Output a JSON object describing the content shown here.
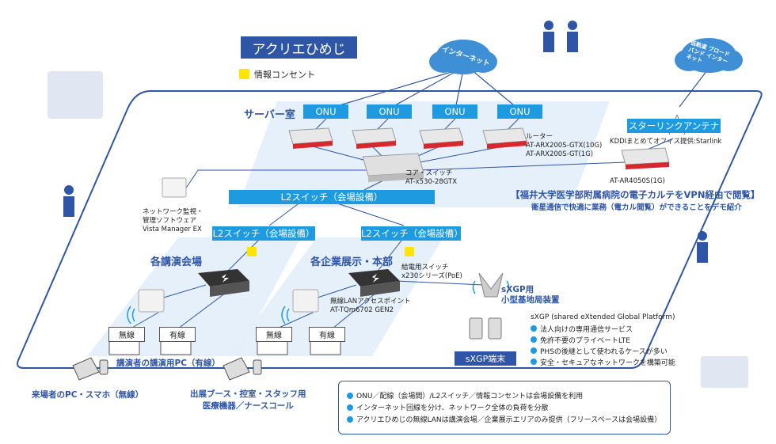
{
  "title": "アクリエひめじ",
  "legend": "情報コンセント",
  "clouds": {
    "internet": "インターネット",
    "satellite": "低軌道 ブロードバンド インターネット"
  },
  "server_room": "サーバー室",
  "onu_labels": [
    "ONU",
    "ONU",
    "ONU",
    "ONU"
  ],
  "router_label": "ルーター\nAT-ARX200S-GTX(10G)\nAT-ARX200S-GT(1G)",
  "core_switch_label": "コア・スイッチ\nAT-x530-28GTX",
  "l2_main": "L2スイッチ（会場設備）",
  "l2_left": "L2スイッチ（会場設備）",
  "l2_right": "L2スイッチ（会場設備）",
  "starlink_antenna": "スターリンクアンテナ",
  "starlink_provider": "KDDIまとめてオフィス提供:Starlink",
  "starlink_router": "AT-AR4050S(1G)",
  "vpn_title": "【福井大学医学部附属病院の電子カルテをVPN経由で閲覧】",
  "vpn_sub": "衛星通信で快適に業務（電カル閲覧）ができることをデモ紹介",
  "monitor_label": "ネットワーク監視・\n管理ソフトウェア\nVista Manager EX",
  "area_lecture": "各講演会場",
  "area_exhibit": "各企業展示・本部",
  "poe_label": "給電用スイッチ\nx230シリーズ(PoE)",
  "ap_label": "無線LANアクセスポイント\nAT-TQm6702 GEN2",
  "wireless": "無線",
  "wired": "有線",
  "lecturer_pc": "講演者の講演用PC（有線）",
  "visitor_pc": "来場者のPC・スマホ（無線）",
  "exhibit_pc": "出展ブース・控室・スタッフ用\n医療機器／ナースコール",
  "sxgp_station": "sXGP用\n小型基地局装置",
  "sxgp_terminal": "sXGP端末",
  "sxgp_desc": "sXGP (shared eXtended Global Platform)",
  "sxgp_bullets": [
    "法人向けの専用通信サービス",
    "免許不要のプライベートLTE",
    "PHSの後継として使われるケースが多い",
    "安全・セキュアなネットワークを構築可能"
  ],
  "info_lines": [
    "ONU／配線（会場間）/L2スイッチ／情報コンセントは会場設備を利用",
    "インターネット回線を分け、ネットワーク全体の負荷を分散",
    "アクリエひめじの無線LANは講演会場／企業展示エリアのみ提供（フリースペースは会場設備）"
  ],
  "colors": {
    "accent": "#2f55a6",
    "pill": "#1e9be0",
    "outlet": "#ffe600",
    "router_red": "#d9272e"
  }
}
